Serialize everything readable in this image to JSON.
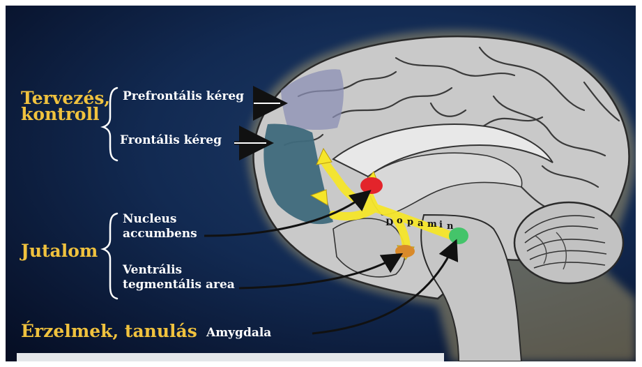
{
  "categories": {
    "planning": [
      "Tervezés,",
      "kontroll"
    ],
    "reward": "Jutalom",
    "emotion": "Érzelmek, tanulás"
  },
  "regions": {
    "prefrontal": "Prefrontális kéreg",
    "frontal": "Frontális kéreg",
    "nucleus": [
      "Nucleus",
      "accumbens"
    ],
    "vta": [
      "Ventrális",
      "tegmentális area"
    ],
    "amygdala": "Amygdala"
  },
  "pathway": {
    "label_letters": [
      "D",
      "o",
      "p",
      "a",
      "m",
      "i",
      "n"
    ]
  },
  "colors": {
    "background": "#0f244a",
    "category_text": "#f0c23e",
    "dopamine_path": "#f6e62a",
    "nucleus_accumbens": "#e3242b",
    "vta": "#d98a2a",
    "amygdala": "#44c46a",
    "prefrontal_shade": "#8b8fb4",
    "frontal_shade": "#3f6a7c"
  }
}
